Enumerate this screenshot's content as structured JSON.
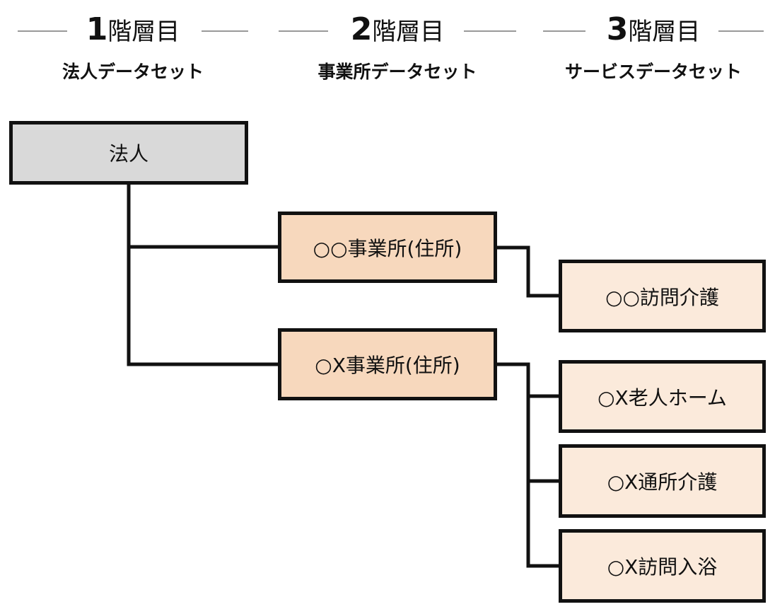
{
  "levels": [
    {
      "number": "1",
      "suffix": "階層目",
      "subtitle": "法人データセット"
    },
    {
      "number": "2",
      "suffix": "階層目",
      "subtitle": "事業所データセット"
    },
    {
      "number": "3",
      "suffix": "階層目",
      "subtitle": "サービスデータセット"
    }
  ],
  "corporation": {
    "label": "法人"
  },
  "offices": [
    {
      "label": "○○事業所(住所)"
    },
    {
      "label": "○X事業所(住所)"
    }
  ],
  "services": [
    {
      "label": "○○訪問介護"
    },
    {
      "label": "○X老人ホーム"
    },
    {
      "label": "○X通所介護"
    },
    {
      "label": "○X訪問入浴"
    }
  ],
  "colors": {
    "corporation_fill": "#d9d9d9",
    "office_fill": "#f7d8bd",
    "service_fill": "#fbeadb",
    "border": "#111111",
    "header_rule": "#999999"
  }
}
